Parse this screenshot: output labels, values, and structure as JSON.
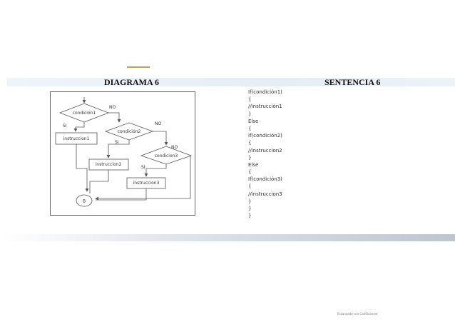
{
  "titles": {
    "diagram": "DIAGRAMA 6",
    "sentence": "SENTENCIA 6"
  },
  "diagram": {
    "decisions": [
      "condición1",
      "condición2",
      "condicion3"
    ],
    "yes_label": "SI",
    "no_label": "NO",
    "instructions": [
      "instruccion1",
      "instruccion2",
      "instruccion3"
    ],
    "connector": "B"
  },
  "code_lines": [
    "If(condición1)",
    "{",
    "//instrucción1",
    "}",
    "Else",
    "{",
    "If(condición2)",
    "{",
    "//instruccion2",
    "}",
    "Else",
    "{",
    "If(condición3)",
    "{",
    "//instruccion3",
    "}",
    "}",
    "}"
  ],
  "footer": "Escaneado con CamScanner",
  "colors": {
    "accent_gold": "#c8a24a",
    "band": "#e5edf5",
    "line": "#555555"
  }
}
